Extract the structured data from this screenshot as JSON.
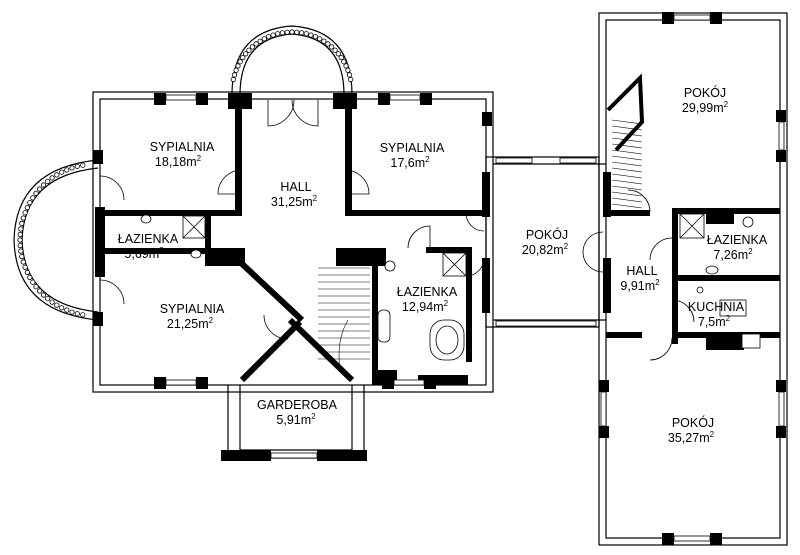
{
  "rooms": [
    {
      "id": "sypialnia-1",
      "name": "SYPIALNIA",
      "area": "18,18m",
      "sup": "2"
    },
    {
      "id": "sypialnia-2",
      "name": "SYPIALNIA",
      "area": "17,6m",
      "sup": "2"
    },
    {
      "id": "hall-1",
      "name": "HALL",
      "area": "31,25m",
      "sup": "2"
    },
    {
      "id": "lazienka-1",
      "name": "ŁAZIENKA",
      "area": "5,69m",
      "sup": "2"
    },
    {
      "id": "sypialnia-3",
      "name": "SYPIALNIA",
      "area": "21,25m",
      "sup": "2"
    },
    {
      "id": "lazienka-2",
      "name": "ŁAZIENKA",
      "area": "12,94m",
      "sup": "2"
    },
    {
      "id": "garderoba",
      "name": "GARDEROBA",
      "area": "5,91m",
      "sup": "2"
    },
    {
      "id": "pokoj-1",
      "name": "POKÓJ",
      "area": "20,82m",
      "sup": "2"
    },
    {
      "id": "pokoj-2",
      "name": "POKÓJ",
      "area": "29,99m",
      "sup": "2"
    },
    {
      "id": "lazienka-3",
      "name": "ŁAZIENKA",
      "area": "7,26m",
      "sup": "2"
    },
    {
      "id": "hall-2",
      "name": "HALL",
      "area": "9,91m",
      "sup": "2"
    },
    {
      "id": "kuchnia",
      "name": "KUCHNIA",
      "area": "7,5m",
      "sup": "2"
    },
    {
      "id": "pokoj-3",
      "name": "POKÓJ",
      "area": "35,27m",
      "sup": "2"
    }
  ]
}
